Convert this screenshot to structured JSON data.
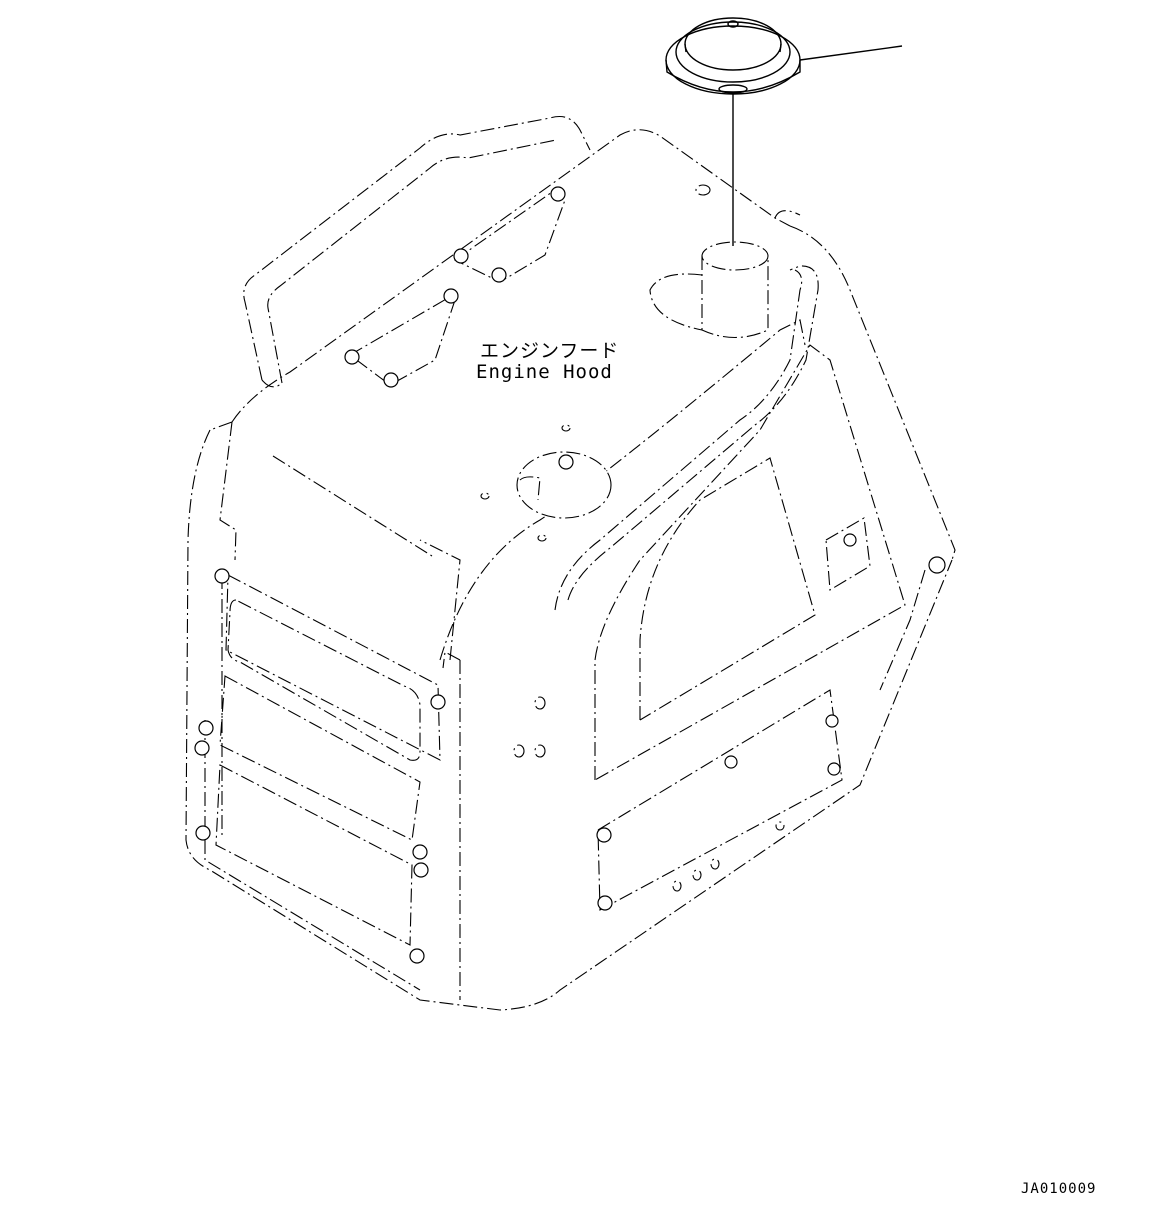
{
  "diagram": {
    "part_label_japanese": "エンジンフード",
    "part_label_english": "Engine Hood",
    "drawing_code": "JA010009",
    "highlighted_part_icon": "cap-icon"
  }
}
